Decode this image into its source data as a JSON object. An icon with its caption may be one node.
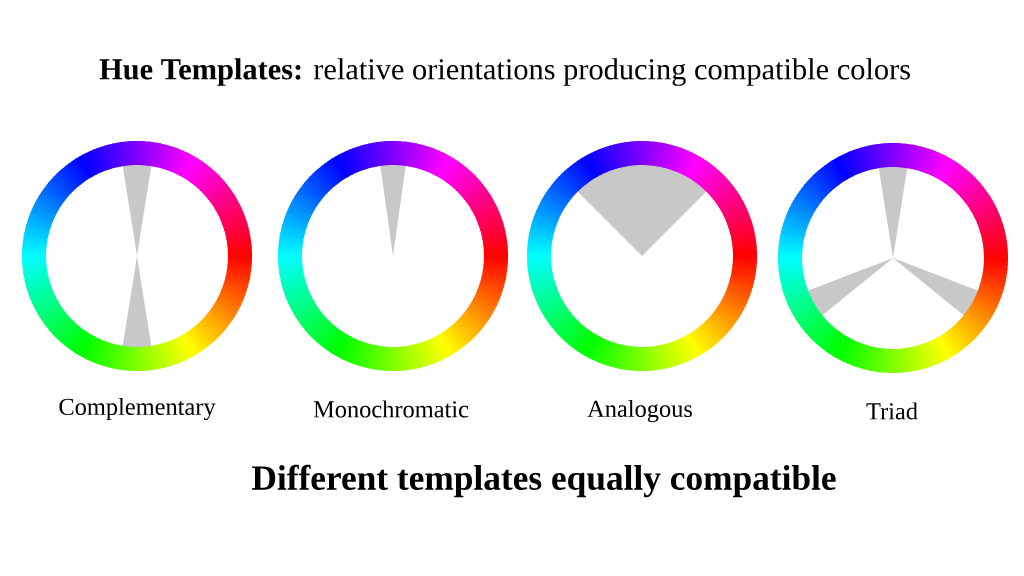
{
  "diagram": {
    "title": "**Hue Templates:** relative orientations producing compatible colors",
    "nodes": [
      {
        "text": [
          "Complementary"
        ]
      },
      {
        "text": [
          "Monochromatic"
        ]
      },
      {
        "text": [
          "Analogous"
        ]
      },
      {
        "text": [
          "Triad"
        ]
      }
    ],
    "caption": "Different templates equally compatible"
  }
}
